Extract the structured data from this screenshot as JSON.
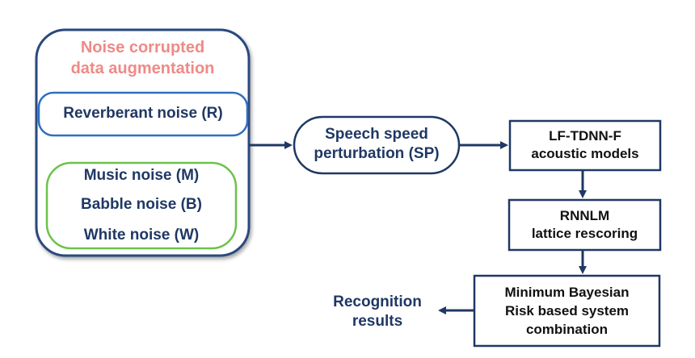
{
  "diagram": {
    "augmentation": {
      "title_line1": "Noise corrupted",
      "title_line2": "data augmentation",
      "reverberant": "Reverberant noise (R)",
      "music": "Music noise (M)",
      "babble": "Babble noise (B)",
      "white": "White noise (W)"
    },
    "speed_perturbation": {
      "line1": "Speech speed",
      "line2": "perturbation (SP)"
    },
    "acoustic_models": {
      "line1": "LF-TDNN-F",
      "line2": "acoustic models"
    },
    "rnnlm": {
      "line1": "RNNLM",
      "line2": "lattice rescoring"
    },
    "combination": {
      "line1": "Minimum Bayesian",
      "line2": "Risk based system",
      "line3": "combination"
    },
    "results": {
      "line1": "Recognition",
      "line2": "results"
    },
    "colors": {
      "navy": "#1f3864",
      "outer_border": "#2b4a7d",
      "reverberant_border": "#2f6fbe",
      "green_border": "#6cc24a",
      "title_pink": "#ee8a86",
      "box_border": "#1f3864"
    }
  }
}
